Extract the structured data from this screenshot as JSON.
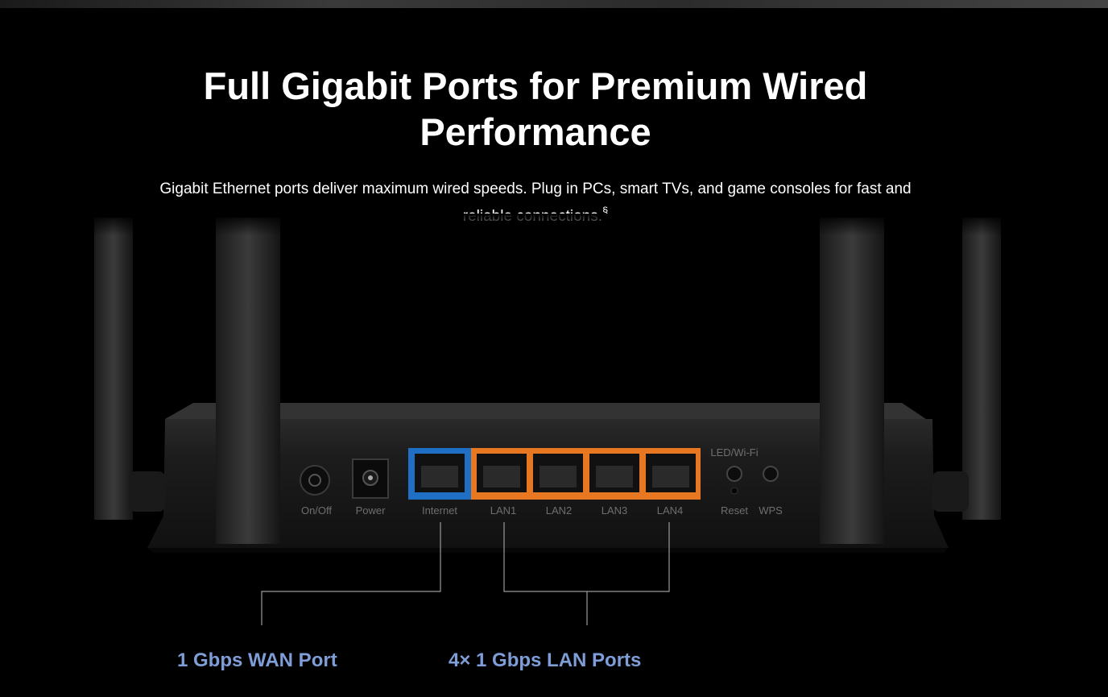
{
  "section": {
    "headline": "Full Gigabit Ports for Premium Wired Performance",
    "description": "Gigabit Ethernet ports deliver maximum wired speeds. Plug in PCs, smart TVs, and game consoles for fast and reliable connections.",
    "footnote_mark": "§"
  },
  "router": {
    "labels": {
      "on_off": "On/Off",
      "power": "Power",
      "internet": "Internet",
      "lan1": "LAN1",
      "lan2": "LAN2",
      "lan3": "LAN3",
      "lan4": "LAN4",
      "led_wifi": "LED/Wi-Fi",
      "reset": "Reset",
      "wps": "WPS"
    },
    "colors": {
      "wan_port": "#1f6fc5",
      "lan_ports": "#e87722"
    }
  },
  "callouts": {
    "wan": "1 Gbps WAN Port",
    "lan": "4× 1 Gbps LAN Ports",
    "color": "#7f9ed8"
  }
}
